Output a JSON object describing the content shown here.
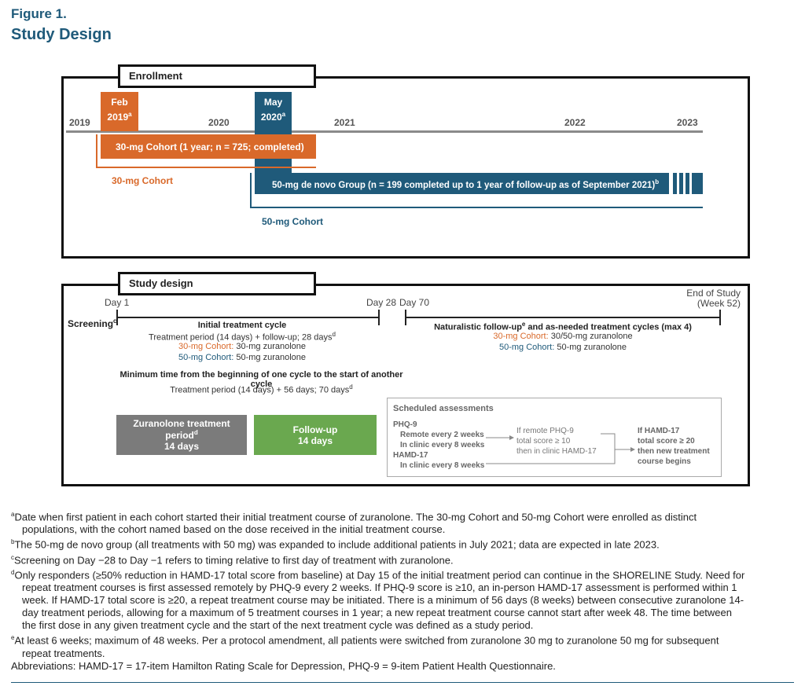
{
  "figure": {
    "label": "Figure 1.",
    "title": "Study Design"
  },
  "enrollment": {
    "tag": "Enrollment",
    "years": [
      "2019",
      "2020",
      "2021",
      "2022",
      "2023"
    ],
    "feb_marker": {
      "line1": "Feb",
      "line2": "2019",
      "sup": "a"
    },
    "may_marker": {
      "line1": "May",
      "line2": "2020",
      "sup": "a"
    },
    "cohort30_bar": "30-mg Cohort (1 year; n = 725; completed)",
    "cohort30_label": "30-mg Cohort",
    "denovo_bar": "50-mg de novo Group (n = 199 completed up to 1 year of follow-up as of September 2021)",
    "denovo_sup": "b",
    "cohort50_label": "50-mg Cohort"
  },
  "study_design": {
    "tag": "Study design",
    "day1": "Day 1",
    "day28": "Day 28",
    "day70": "Day 70",
    "end_line1": "End of Study",
    "end_line2": "(Week 52)",
    "screening": "Screening",
    "screening_sup": "c",
    "initial_title": "Initial treatment cycle",
    "initial_detail": "Treatment period (14 days) + follow-up; 28 days",
    "initial_detail_sup": "d",
    "initial_30_label": "30-mg Cohort:",
    "initial_30_value": "30-mg zuranolone",
    "initial_50_label": "50-mg Cohort:",
    "initial_50_value": "50-mg zuranolone",
    "natural_title_a": "Naturalistic follow-up",
    "natural_title_sup": "e",
    "natural_title_b": " and as-needed treatment cycles (max 4)",
    "natural_30_label": "30-mg Cohort:",
    "natural_30_value": "30/50-mg zuranolone",
    "natural_50_label": "50-mg Cohort:",
    "natural_50_value": "50-mg zuranolone",
    "min_title": "Minimum time from the beginning of one cycle to the start of another cycle",
    "min_detail": "Treatment period (14 days) + 56 days; 70 days",
    "min_detail_sup": "d",
    "zur_box_line1": "Zuranolone treatment period",
    "zur_box_sup": "d",
    "zur_box_line2": "14 days",
    "fu_box_line1": "Follow-up",
    "fu_box_line2": "14 days",
    "colors": {
      "grey_box": "#7b7b7b",
      "green_box": "#6aa84f",
      "orange": "#d9692a",
      "blue": "#1f5a7a"
    }
  },
  "assessments": {
    "title": "Scheduled assessments",
    "phq": "PHQ-9",
    "phq_remote": "Remote every 2 weeks",
    "phq_clinic": "In clinic every 8 weeks",
    "hamd": "HAMD-17",
    "hamd_clinic": "In clinic every 8 weeks",
    "cond_line1": "If remote PHQ-9",
    "cond_line2": "total score ≥ 10",
    "cond_line3": "then in clinic HAMD-17",
    "result_line1": "If HAMD-17",
    "result_line2": "total score ≥ 20",
    "result_line3": "then new treatment",
    "result_line4": "course begins"
  },
  "footnotes": {
    "a_sup": "a",
    "a_line1": "Date when first patient in each cohort started their initial treatment course of zuranolone. The 30-mg Cohort and 50-mg Cohort were enrolled as distinct",
    "a_line2": "populations, with the cohort named based on the dose received in the initial treatment course.",
    "b_sup": "b",
    "b_line1": "The 50-mg de novo group (all treatments with 50 mg) was expanded to include additional patients in July 2021; data are expected in late 2023.",
    "c_sup": "c",
    "c_line1": "Screening on Day −28 to Day −1 refers to timing relative to first day of treatment with zuranolone.",
    "d_sup": "d",
    "d_line1": "Only responders (≥50% reduction in HAMD-17 total score from baseline) at Day 15 of the initial treatment period can continue in the SHORELINE Study. Need for",
    "d_line2": "repeat treatment courses is first assessed remotely by PHQ-9 every 2 weeks. If PHQ-9 score is ≥10, an in-person HAMD-17 assessment is performed within 1",
    "d_line3": "week. If HAMD-17 total score is ≥20, a repeat treatment course may be initiated. There is a minimum of 56 days (8 weeks) between consecutive zuranolone 14-",
    "d_line4": "day treatment periods, allowing for a maximum of 5 treatment courses in 1 year; a new repeat treatment course cannot start after week 48. The time between",
    "d_line5": "the first dose in any given treatment cycle and the start of the next treatment cycle was defined as a study period.",
    "e_sup": "e",
    "e_line1": "At least 6 weeks; maximum of 48 weeks. Per a protocol amendment, all patients were switched from zuranolone 30 mg to zuranolone 50 mg for subsequent",
    "e_line2": "repeat treatments.",
    "abbrev": "Abbreviations: HAMD-17 = 17-item Hamilton Rating Scale for Depression, PHQ-9 = 9-item Patient Health Questionnaire."
  }
}
